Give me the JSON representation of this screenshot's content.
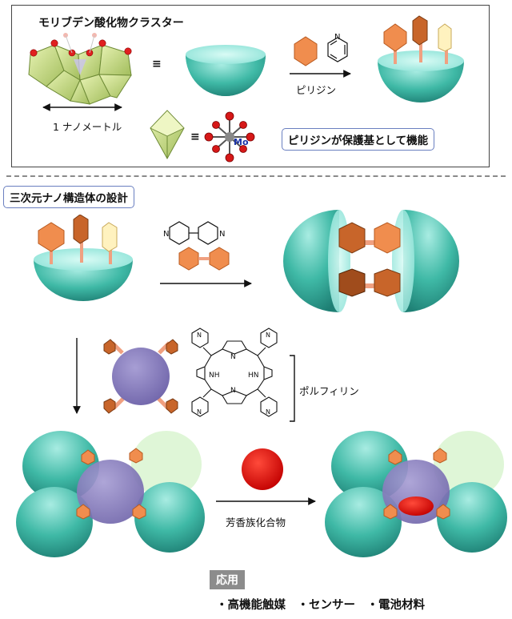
{
  "cluster_title": "モリブデン酸化物クラスター",
  "equiv_symbol": "≡",
  "scale_label": "1 ナノメートル",
  "pyridine_label": "ピリジン",
  "mo_label": "Mo",
  "protect_label": "ピリジンが保護基として機能",
  "design_title": "三次元ナノ構造体の設計",
  "porphyrin_label": "ポルフィリン",
  "nh_label": "NH",
  "hn_label": "HN",
  "n_label": "N",
  "aromatic_label": "芳香族化合物",
  "application_tag": "応用",
  "applications": "・高機能触媒　・センサー　・電池材料"
}
